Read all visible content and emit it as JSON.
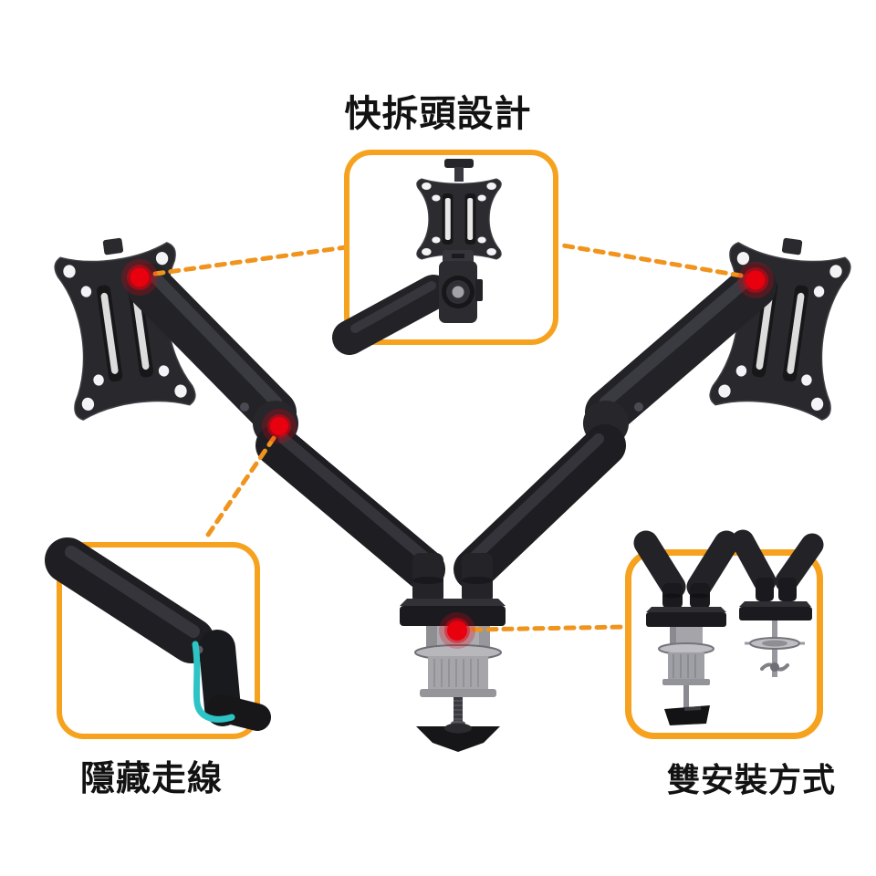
{
  "image": {
    "kind": "product-feature-diagram",
    "product": "dual-monitor-desk-mount-arm"
  },
  "labels": {
    "top": "快拆頭設計",
    "bottom_left": "隱藏走線",
    "bottom_right": "雙安裝方式"
  },
  "callouts": [
    {
      "id": "quick-release-head",
      "label": "快拆頭設計",
      "position": "top-center"
    },
    {
      "id": "hidden-cable-routing",
      "label": "隱藏走線",
      "position": "bottom-left"
    },
    {
      "id": "dual-mounting-methods",
      "label": "雙安裝方式",
      "position": "bottom-right"
    }
  ],
  "colors": {
    "background": "#FFFFFF",
    "accent_orange": "#F6A21E",
    "connector_orange": "#F0941E",
    "marker_red": "#E8000F",
    "cable_teal": "#2EC4C6",
    "product_black": "#202024",
    "clamp_silver": "#A9A9AE",
    "text_black": "#121212"
  }
}
